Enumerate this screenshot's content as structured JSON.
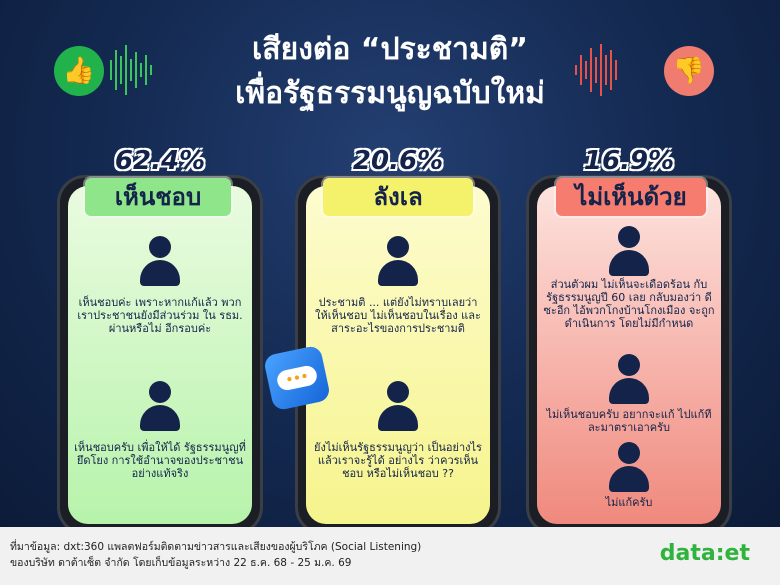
{
  "title": {
    "line1": "เสียงต่อ “ประชามติ”",
    "line2": "เพื่อรัฐธรรมนูญฉบับใหม่"
  },
  "icons": {
    "left": "thumbs-up-icon",
    "right": "thumbs-down-icon"
  },
  "colors": {
    "agree": "#8fe58a",
    "unsure": "#f4f26a",
    "disagree": "#f57c6e",
    "background": "#142a52",
    "brand": "#2fb33c"
  },
  "panels": [
    {
      "percent": "62.4%",
      "label": "เห็นชอบ",
      "quotes": [
        "เห็นชอบค่ะ เพราะหากแก้แล้ว พวกเราประชาชนยังมีส่วนร่วม ใน รธม. ผ่านหรือไม่ อีกรอบค่ะ",
        "เห็นชอบครับ เพื่อให้ได้ รัฐธรรมนูญที่ยึดโยง การใช้อำนาจของประชาชน อย่างแท้จริง"
      ]
    },
    {
      "percent": "20.6%",
      "label": "ลังเล",
      "quotes": [
        "ประชามติ ... แต่ยังไม่ทราบเลยว่า ให้เห็นชอบ ไม่เห็นชอบในเรื่อง และสาระอะไรของการประชามติ",
        "ยังไม่เห็นรัฐธรรมนูญว่า เป็นอย่างไร แล้วเราจะรู้ได้ อย่างไร ว่าควรเห็นชอบ หรือไม่เห็นชอบ ??"
      ]
    },
    {
      "percent": "16.9%",
      "label": "ไม่เห็นด้วย",
      "quotes": [
        "ส่วนตัวผม ไม่เห็นจะเดือดร้อน กับรัฐธรรมนูญปี 60 เลย กลับมองว่า ดีซะอีก ไอ้พวกโกงบ้านโกงเมือง จะถูกดำเนินการ โดยไม่มีกำหนด",
        "ไม่เห็นชอบครับ อยากจะแก้ ไปแก้ทีละมาตราเอาครับ",
        "ไม่แก้ครับ"
      ]
    }
  ],
  "footer": {
    "source_line1": "ที่มาข้อมูล: dxt:360 แพลตฟอร์มติดตามข่าวสารและเสียงของผู้บริโภค (Social Listening)",
    "source_line2": "ของบริษัท ดาต้าเซ็ต จำกัด โดยเก็บข้อมูลระหว่าง 22 ธ.ค. 68 - 25 ม.ค. 69",
    "logo": "data:et"
  }
}
